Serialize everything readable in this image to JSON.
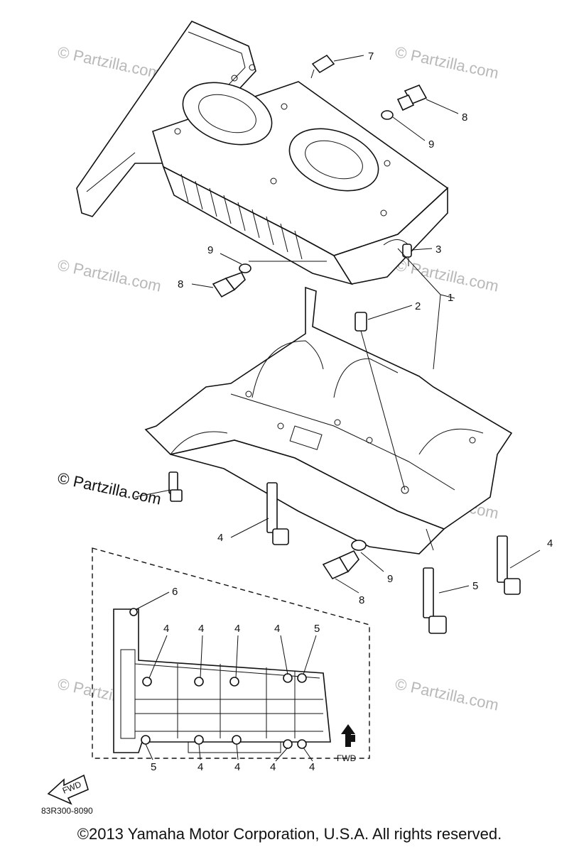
{
  "watermark": "© Partzilla.com",
  "diagram_code": "83R300-8090",
  "fwd_label": "FWD",
  "fwd_arrow_label": "FWD",
  "copyright": "©2013  Yamaha Motor Corporation, U.S.A. All rights reserved.",
  "callouts": {
    "c7": "7",
    "c8a": "8",
    "c9a": "9",
    "c3": "3",
    "c9b": "9",
    "c8b": "8",
    "c2": "2",
    "c1": "1",
    "c4a": "4",
    "c4b": "4",
    "c9c": "9",
    "c8c": "8",
    "c5a": "5",
    "d6": "6",
    "d4a": "4",
    "d4b": "4",
    "d4c": "4",
    "d4d": "4",
    "d5a": "5",
    "d5b": "5",
    "d4e": "4",
    "d4f": "4",
    "d4g": "4",
    "d4h": "4"
  }
}
